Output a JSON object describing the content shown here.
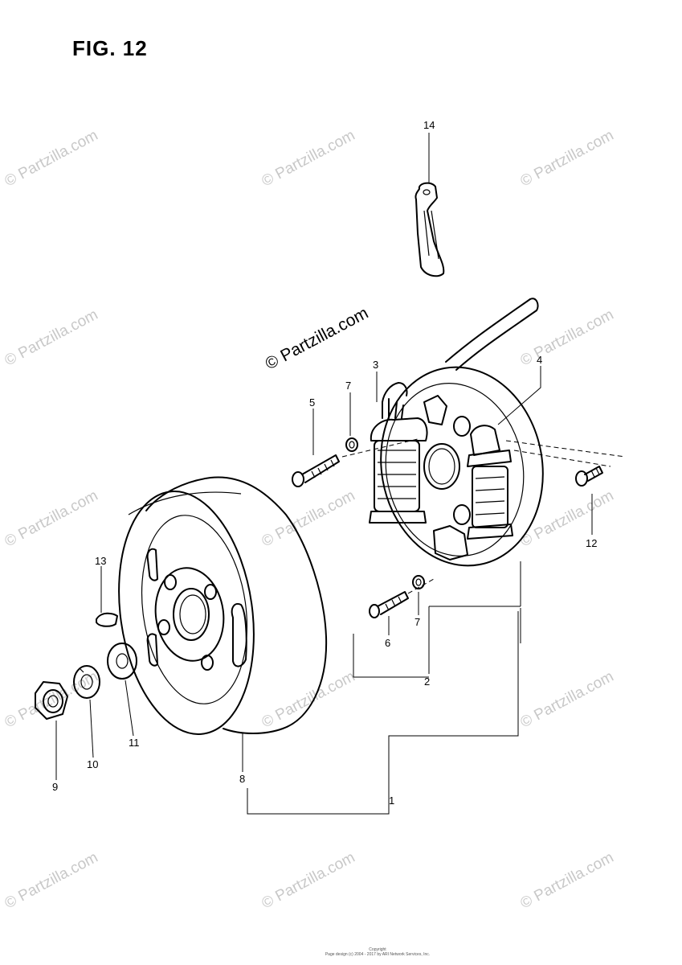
{
  "figure": {
    "title": "FIG. 12"
  },
  "callouts": {
    "c1": "1",
    "c2": "2",
    "c3": "3",
    "c4": "4",
    "c5": "5",
    "c6": "6",
    "c7a": "7",
    "c7b": "7",
    "c8": "8",
    "c9": "9",
    "c10": "10",
    "c11": "11",
    "c12": "12",
    "c13": "13",
    "c14": "14"
  },
  "watermark": {
    "text": "© Partzilla.com"
  },
  "footer": {
    "line1": "Copyright",
    "line2": "Page design (c) 2004 - 2017 by ARI Network Services, Inc."
  }
}
